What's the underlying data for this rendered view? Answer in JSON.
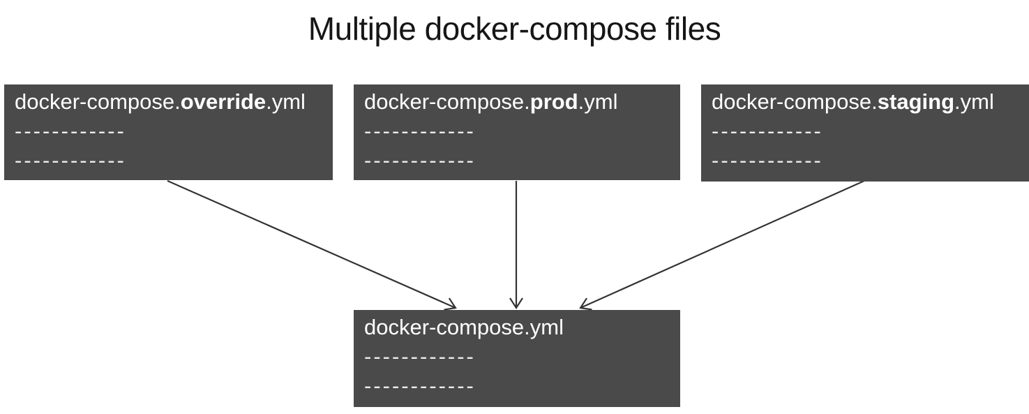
{
  "title": "Multiple docker-compose files",
  "colors": {
    "box_background": "#4a4a4a",
    "box_text": "#ffffff",
    "dash_text": "#ececec",
    "arrow": "#333333",
    "title_text": "#161616",
    "page_background": "#ffffff"
  },
  "boxes": {
    "override": {
      "prefix": "docker-compose.",
      "bold": "override",
      "suffix": ".yml",
      "dash_line_1": "------------",
      "dash_line_2": "------------"
    },
    "prod": {
      "prefix": "docker-compose.",
      "bold": "prod",
      "suffix": ".yml",
      "dash_line_1": "------------",
      "dash_line_2": "------------"
    },
    "staging": {
      "prefix": "docker-compose.",
      "bold": "staging",
      "suffix": ".yml",
      "dash_line_1": "------------",
      "dash_line_2": "------------"
    },
    "base": {
      "prefix": "docker-compose.yml",
      "bold": "",
      "suffix": "",
      "dash_line_1": "------------",
      "dash_line_2": "------------"
    }
  },
  "arrows": [
    {
      "from": "docker-compose.override.yml",
      "to": "docker-compose.yml"
    },
    {
      "from": "docker-compose.prod.yml",
      "to": "docker-compose.yml"
    },
    {
      "from": "docker-compose.staging.yml",
      "to": "docker-compose.yml"
    }
  ]
}
